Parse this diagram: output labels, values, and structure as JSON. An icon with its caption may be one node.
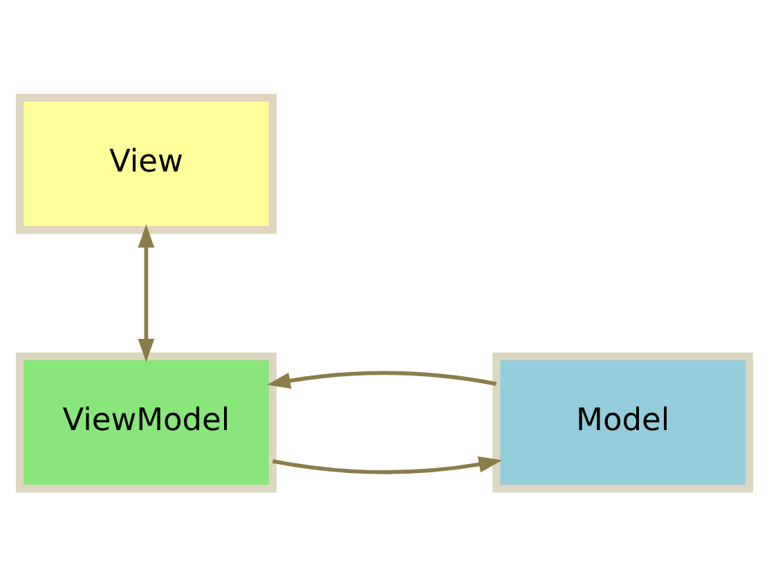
{
  "diagram": {
    "nodes": [
      {
        "text": [
          "View"
        ]
      },
      {
        "text": [
          "ViewModel"
        ]
      },
      {
        "text": [
          "Model"
        ]
      }
    ],
    "edges": [
      {
        "from": 0,
        "to": 1,
        "arrow": "both"
      },
      {
        "from": 1,
        "to": 2,
        "arrow": "to"
      },
      {
        "from": 2,
        "to": 1,
        "arrow": "to"
      }
    ]
  }
}
